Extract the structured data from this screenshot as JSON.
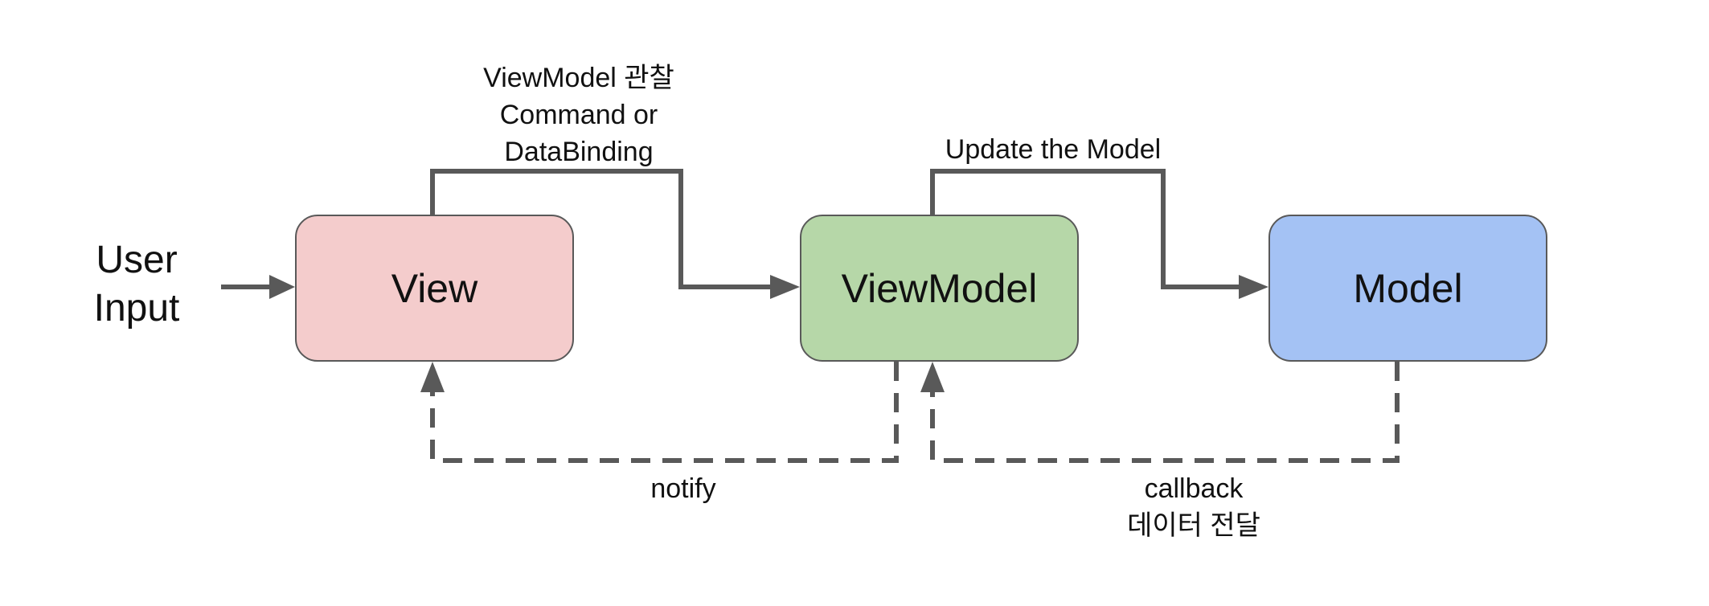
{
  "user_input": {
    "line1": "User",
    "line2": "Input"
  },
  "nodes": {
    "view": {
      "label": "View",
      "fill": "#f4cccc"
    },
    "viewmodel": {
      "label": "ViewModel",
      "fill": "#b6d7a8"
    },
    "model": {
      "label": "Model",
      "fill": "#a4c2f4"
    }
  },
  "edges": {
    "view_to_viewmodel": {
      "line1": "ViewModel 관찰",
      "line2": "Command or",
      "line3": "DataBinding"
    },
    "viewmodel_to_model": {
      "line1": "Update the Model"
    },
    "viewmodel_to_view": {
      "line1": "notify"
    },
    "model_to_viewmodel": {
      "line1": "callback",
      "line2": "데이터 전달"
    }
  },
  "colors": {
    "connector": "#595959",
    "box_border": "#595959"
  }
}
